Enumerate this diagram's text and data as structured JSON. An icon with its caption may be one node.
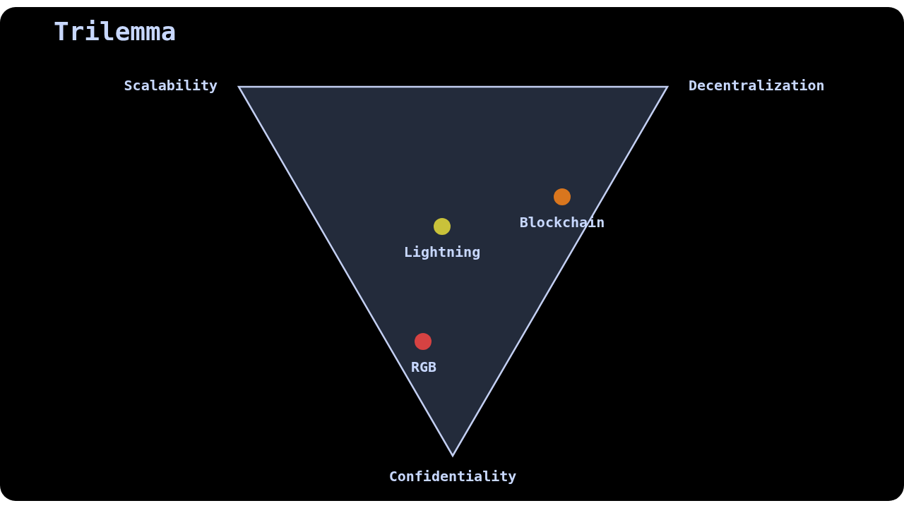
{
  "diagram": {
    "title": "Trilemma",
    "labels": [
      "Scalability",
      "Decentralization",
      "Blockchain",
      "Lightning",
      "RGB",
      "Confidentiality"
    ]
  }
}
